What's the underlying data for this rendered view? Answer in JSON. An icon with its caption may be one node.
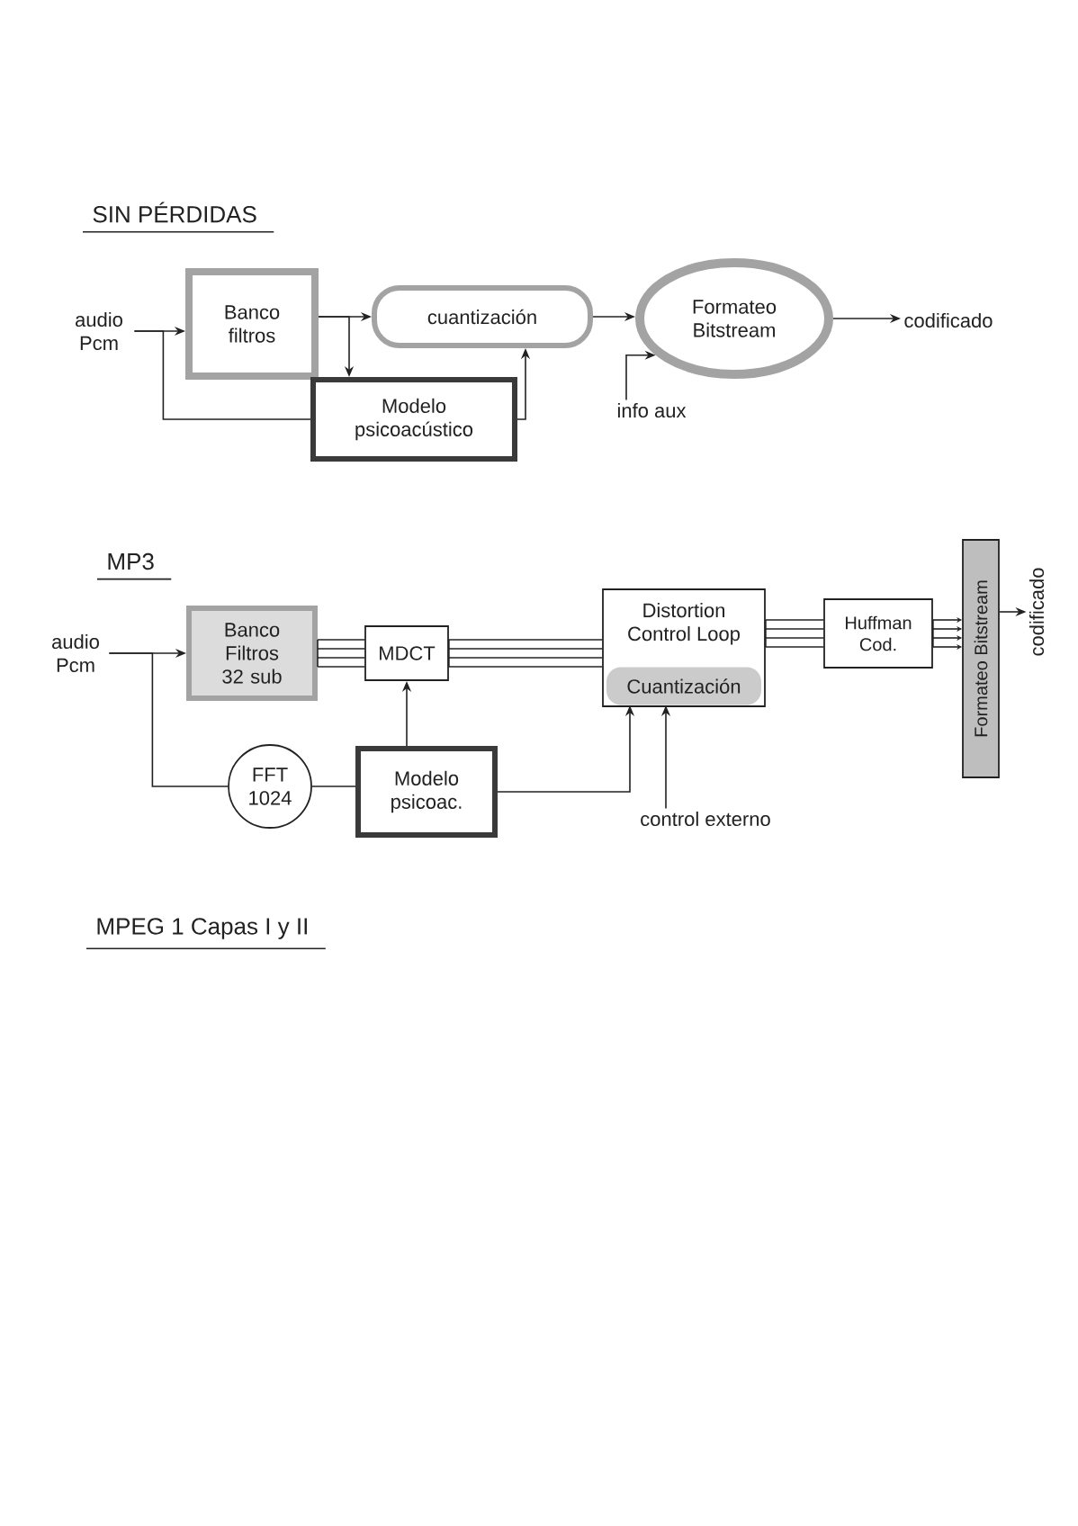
{
  "diagram": {
    "nodes": [
      {
        "text": [
          "audio Pcm"
        ]
      },
      {
        "text": [
          "Banco filtros"
        ]
      },
      {
        "text": [
          "cuantización"
        ]
      },
      {
        "text": [
          "Modelo psicoacústico"
        ]
      },
      {
        "text": [
          "Formateo Bitstream"
        ]
      },
      {
        "text": [
          "codificado"
        ]
      },
      {
        "text": [
          "info aux"
        ]
      },
      {
        "text": [
          "audio Pcm"
        ]
      },
      {
        "text": [
          "Banco Filtros 32 sub"
        ]
      },
      {
        "text": [
          "MDCT"
        ]
      },
      {
        "text": [
          "Distortion Control Loop"
        ]
      },
      {
        "text": [
          "Cuantización"
        ],
        "in": 10
      },
      {
        "text": [
          "Huffman Cod."
        ]
      },
      {
        "text": [
          "Formateo Bitstream"
        ]
      },
      {
        "text": [
          "codificado"
        ]
      },
      {
        "text": [
          "FFT 1024"
        ]
      },
      {
        "text": [
          "Modelo psicoac."
        ]
      },
      {
        "text": [
          "control externo"
        ]
      }
    ],
    "edges": [
      {
        "from": 0,
        "to": 1,
        "arrow": "to"
      },
      {
        "from": 0,
        "to": 3,
        "arrow": "none"
      },
      {
        "from": 1,
        "to": 2,
        "arrow": "to"
      },
      {
        "from": 1,
        "to": 3,
        "arrow": "to"
      },
      {
        "from": 3,
        "to": 2,
        "arrow": "to"
      },
      {
        "from": 2,
        "to": 4,
        "arrow": "to"
      },
      {
        "from": 6,
        "to": 4,
        "arrow": "to"
      },
      {
        "from": 4,
        "to": 5,
        "arrow": "to"
      },
      {
        "from": 7,
        "to": 8,
        "arrow": "to"
      },
      {
        "from": 7,
        "to": 15,
        "arrow": "none"
      },
      {
        "from": 8,
        "to": 9,
        "arrow": "none"
      },
      {
        "from": 9,
        "to": 10,
        "arrow": "none"
      },
      {
        "from": 10,
        "to": 12,
        "arrow": "none"
      },
      {
        "from": 12,
        "to": 13,
        "arrow": "to"
      },
      {
        "from": 13,
        "to": 14,
        "arrow": "to"
      },
      {
        "from": 16,
        "to": 9,
        "arrow": "to"
      },
      {
        "from": 15,
        "to": 16,
        "arrow": "none"
      },
      {
        "from": 16,
        "to": 11,
        "arrow": "to"
      },
      {
        "from": 17,
        "to": 11,
        "arrow": "to"
      }
    ],
    "labels": [
      "SIN PÉRDIDAS",
      "MP3",
      "MPEG 1 Capas I y II"
    ]
  }
}
